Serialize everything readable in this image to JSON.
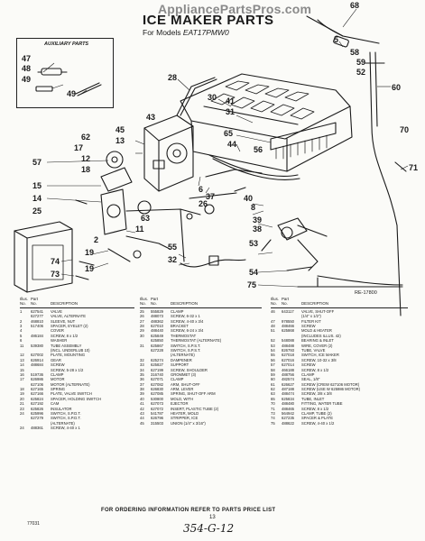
{
  "watermark": "AppliancePartsPros.com",
  "header": {
    "title": "ICE MAKER PARTS",
    "for_models": "For Models",
    "model": "EAT17PMW0"
  },
  "aux": {
    "title": "AUXILIARY  PARTS"
  },
  "diagram_ref": "RE-17800",
  "callouts": [
    "68",
    "5",
    "58",
    "59",
    "52",
    "60",
    "47",
    "48",
    "49",
    "49",
    "28",
    "70",
    "30",
    "31",
    "43",
    "41",
    "45",
    "13",
    "65",
    "44",
    "56",
    "71",
    "62",
    "17",
    "12",
    "18",
    "57",
    "15",
    "14",
    "25",
    "6",
    "37",
    "26",
    "40",
    "8",
    "39",
    "38",
    "63",
    "11",
    "2",
    "19",
    "19",
    "55",
    "53",
    "74",
    "73",
    "32",
    "54",
    "75"
  ],
  "table_headers": {
    "illus": "Illus.",
    "no": "No.",
    "part": "Part",
    "part_no": "No.",
    "description": "DESCRIPTION"
  },
  "parts": [
    [
      "1",
      "627541",
      "VALVE"
    ],
    [
      "",
      "627277",
      "VALVE, ALTERNATE"
    ],
    [
      "2",
      "468810",
      "SLEEVE, NUT"
    ],
    [
      "3",
      "517406",
      "SPACER, EYELET (2)"
    ],
    [
      "4",
      "",
      "COVER"
    ],
    [
      "5",
      "486184",
      "SCREW, 8 x 1/2"
    ],
    [
      "6",
      "",
      "WASHER"
    ],
    [
      "11",
      "539380",
      "TUBE ASSEMBLY"
    ],
    [
      "",
      "",
      "(INCL. UNDERLUB 10)"
    ],
    [
      "12",
      "627002",
      "PLATE, MOUNTING"
    ],
    [
      "13",
      "626914",
      "GEAR"
    ],
    [
      "14",
      "488684",
      "SCREW"
    ],
    [
      "15",
      "",
      "SCREW, 5-28 x 1/2"
    ],
    [
      "16",
      "519736",
      "CLAMP"
    ],
    [
      "17",
      "626986",
      "MOTOR"
    ],
    [
      "",
      "627106",
      "MOTOR (ALTERNATE)"
    ],
    [
      "18",
      "627165",
      "SPRING"
    ],
    [
      "19",
      "627166",
      "PLATE, VALVE SWITCH"
    ],
    [
      "20",
      "625824",
      "SPACER, HOLDING SWITCH"
    ],
    [
      "21",
      "627192",
      "CAM"
    ],
    [
      "23",
      "625826",
      "INSULATOR"
    ],
    [
      "24",
      "625996",
      "SWITCH, S.P.D.T."
    ],
    [
      "",
      "627279",
      "SWITCH, S.P.D.T."
    ],
    [
      "",
      "",
      "(ALTERNATE)"
    ],
    [
      "24",
      "488361",
      "SCREW, 4-40 x 1"
    ],
    [
      "25",
      "555829",
      "CLAMP"
    ],
    [
      "26",
      "488073",
      "SCREW, 6-32 x 1"
    ],
    [
      "27",
      "488362",
      "SCREW, 4-40 x 3/4"
    ],
    [
      "28",
      "627010",
      "BRACKET"
    ],
    [
      "29",
      "488440",
      "SCREW, 6-24 x 3/4"
    ],
    [
      "30",
      "625849",
      "THERMOSTAT"
    ],
    [
      "",
      "625850",
      "THERMOSTAT (ALTERNATE)"
    ],
    [
      "31",
      "625867",
      "SWITCH, S.P.S.T."
    ],
    [
      "",
      "627228",
      "SWITCH, S.P.S.T."
    ],
    [
      "",
      "",
      "(ALTERNATE)"
    ],
    [
      "32",
      "625274",
      "DAMPENER"
    ],
    [
      "33",
      "625827",
      "SUPPORT"
    ],
    [
      "34",
      "627199",
      "SCREW, SHOULDER"
    ],
    [
      "35",
      "316740",
      "GROMMET (3)"
    ],
    [
      "36",
      "627071",
      "CLAMP"
    ],
    [
      "37",
      "627082",
      "ARM, SHUT-OFF"
    ],
    [
      "38",
      "626830",
      "ARM, LEVER"
    ],
    [
      "39",
      "627085",
      "SPRING, SHUT-OFF ARM"
    ],
    [
      "40",
      "530800",
      "MOLD, WITH"
    ],
    [
      "41",
      "627073",
      "EJECTOR"
    ],
    [
      "42",
      "627072",
      "INSERT, PLASTIC TUBE (2)"
    ],
    [
      "43",
      "541787",
      "HEATER, MOLD"
    ],
    [
      "44",
      "626796",
      "STRIPPER, ICE"
    ],
    [
      "45",
      "315503",
      "UNION (1/4\" x 3/16\")"
    ],
    [
      "46",
      "643117",
      "VALVE, SHUT-OFF"
    ],
    [
      "",
      "",
      "(1/4\" x 1/2\")"
    ],
    [
      "47",
      "978550",
      "FILTER KIT"
    ],
    [
      "48",
      "488466",
      "SCREW"
    ],
    [
      "51",
      "625868",
      "MOLD & HEATER"
    ],
    [
      "",
      "",
      "(INCLUDES ILLUS. 42)"
    ],
    [
      "52",
      "548088",
      "BEARING & INLET"
    ],
    [
      "53",
      "488488",
      "WIRE, COVER (2)"
    ],
    [
      "54",
      "826793",
      "TUBE, VALVE"
    ],
    [
      "55",
      "627018",
      "SWITCH, ICE MAKER"
    ],
    [
      "56",
      "627016",
      "SCREW, 10-32 x 3/8"
    ],
    [
      "57",
      "627014",
      "SCREW"
    ],
    [
      "58",
      "466188",
      "SCREW, 8 x 1/2"
    ],
    [
      "59",
      "488756",
      "CLAMP"
    ],
    [
      "60",
      "482574",
      "SEAL, 1/8\""
    ],
    [
      "61",
      "626627",
      "SCREW (CREW 627106 MOTOR)"
    ],
    [
      "62",
      "487188",
      "SCREW (USE W 625986 MOTOR)"
    ],
    [
      "63",
      "488474",
      "SCREW, 3/8 x 3/8"
    ],
    [
      "65",
      "625834",
      "TUBE, INLET"
    ],
    [
      "70",
      "488480",
      "FITTING, WATER TUBE"
    ],
    [
      "71",
      "488465",
      "SCREW, 8 x 1/2"
    ],
    [
      "73",
      "564942",
      "CLAMP, TUBE (2)"
    ],
    [
      "74",
      "627235",
      "SPACER & PLATE"
    ],
    [
      "75",
      "488622",
      "SCREW, 4-40 x 1/2"
    ]
  ],
  "footer": "FOR ORDERING INFORMATION REFER TO PARTS PRICE LIST",
  "page_number": "13",
  "handwritten": "354-G-12",
  "stamp": "77031"
}
